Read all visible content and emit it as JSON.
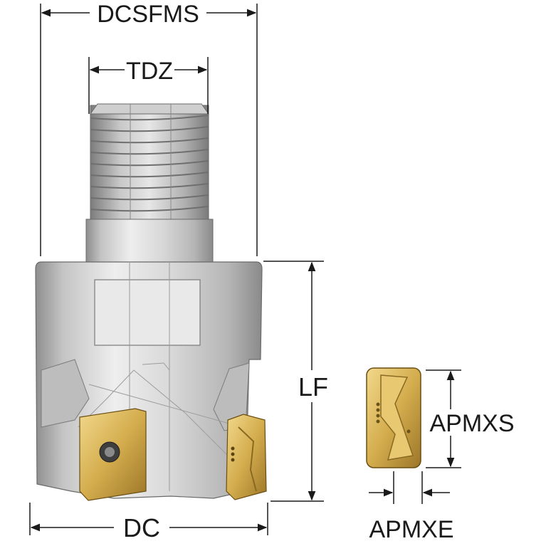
{
  "labels": {
    "dcsfms": "DCSFMS",
    "tdz": "TDZ",
    "lf": "LF",
    "dc": "DC",
    "apmxs": "APMXS",
    "apmxe": "APMXE"
  },
  "colors": {
    "line": "#1a1a1a",
    "body_light": "#e4e4e4",
    "body_mid": "#c9c9c9",
    "body_dark": "#9a9a9a",
    "insert_gold": "#d6b25a",
    "insert_dark": "#8a6a22"
  }
}
